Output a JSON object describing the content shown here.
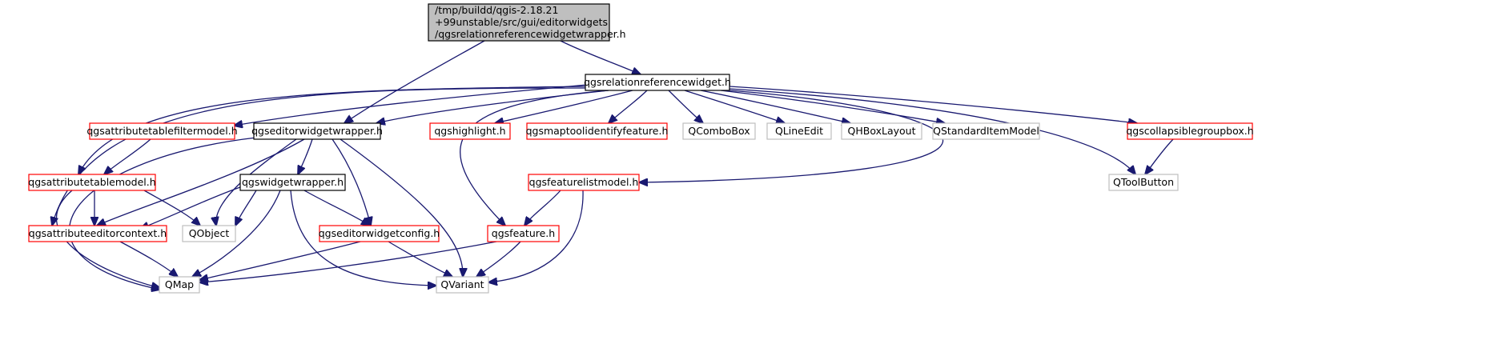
{
  "diagram": {
    "style": {
      "edge_color": "#191970",
      "root_fill": "#bfbfbf",
      "root_border": "#000000",
      "documented_border": "#000000",
      "external_border": "#ff0000",
      "system_border": "#bfbfbf",
      "text_color": "#000000",
      "system_text_color": "#000000"
    },
    "nodes": [
      {
        "id": "root",
        "kind": "root",
        "label_lines": [
          "/tmp/buildd/qgis-2.18.21",
          "+99unstable/src/gui/editorwidgets",
          "/qgsrelationreferencewidgetwrapper.h"
        ]
      },
      {
        "id": "relref",
        "kind": "documented",
        "label_lines": [
          "qgsrelationreferencewidget.h"
        ]
      },
      {
        "id": "attrfilter",
        "kind": "external",
        "label_lines": [
          "qgsattributetablefiltermodel.h"
        ]
      },
      {
        "id": "editorwrap",
        "kind": "documented",
        "label_lines": [
          "qgseditorwidgetwrapper.h"
        ]
      },
      {
        "id": "highlight",
        "kind": "external",
        "label_lines": [
          "qgshighlight.h"
        ]
      },
      {
        "id": "maptool",
        "kind": "external",
        "label_lines": [
          "qgsmaptoolidentifyfeature.h"
        ]
      },
      {
        "id": "qcombobox",
        "kind": "system",
        "label_lines": [
          "QComboBox"
        ]
      },
      {
        "id": "qlineedit",
        "kind": "system",
        "label_lines": [
          "QLineEdit"
        ]
      },
      {
        "id": "qhbox",
        "kind": "system",
        "label_lines": [
          "QHBoxLayout"
        ]
      },
      {
        "id": "qstditem",
        "kind": "system",
        "label_lines": [
          "QStandardItemModel"
        ]
      },
      {
        "id": "collapsible",
        "kind": "external",
        "label_lines": [
          "qgscollapsiblegroupbox.h"
        ]
      },
      {
        "id": "attrtable",
        "kind": "external",
        "label_lines": [
          "qgsattributetablemodel.h"
        ]
      },
      {
        "id": "widgetwrap",
        "kind": "documented",
        "label_lines": [
          "qgswidgetwrapper.h"
        ]
      },
      {
        "id": "featlist",
        "kind": "external",
        "label_lines": [
          "qgsfeaturelistmodel.h"
        ]
      },
      {
        "id": "qtoolbutton",
        "kind": "system",
        "label_lines": [
          "QToolButton"
        ]
      },
      {
        "id": "attrctx",
        "kind": "external",
        "label_lines": [
          "qgsattributeeditorcontext.h"
        ]
      },
      {
        "id": "qobject",
        "kind": "system",
        "label_lines": [
          "QObject"
        ]
      },
      {
        "id": "editorcfg",
        "kind": "external",
        "label_lines": [
          "qgseditorwidgetconfig.h"
        ]
      },
      {
        "id": "feature",
        "kind": "external",
        "label_lines": [
          "qgsfeature.h"
        ]
      },
      {
        "id": "qmap",
        "kind": "system",
        "label_lines": [
          "QMap"
        ]
      },
      {
        "id": "qvariant",
        "kind": "system",
        "label_lines": [
          "QVariant"
        ]
      }
    ],
    "edges": [
      {
        "from": "root",
        "to": "relref"
      },
      {
        "from": "root",
        "to": "editorwrap"
      },
      {
        "from": "relref",
        "to": "attrfilter"
      },
      {
        "from": "relref",
        "to": "editorwrap"
      },
      {
        "from": "relref",
        "to": "highlight"
      },
      {
        "from": "relref",
        "to": "maptool"
      },
      {
        "from": "relref",
        "to": "qcombobox"
      },
      {
        "from": "relref",
        "to": "qlineedit"
      },
      {
        "from": "relref",
        "to": "qhbox"
      },
      {
        "from": "relref",
        "to": "qstditem"
      },
      {
        "from": "relref",
        "to": "collapsible"
      },
      {
        "from": "relref",
        "to": "qtoolbutton"
      },
      {
        "from": "relref",
        "to": "attrtable"
      },
      {
        "from": "relref",
        "to": "attrctx"
      },
      {
        "from": "relref",
        "to": "feature"
      },
      {
        "from": "relref",
        "to": "featlist"
      },
      {
        "from": "attrfilter",
        "to": "attrtable"
      },
      {
        "from": "editorwrap",
        "to": "widgetwrap"
      },
      {
        "from": "editorwrap",
        "to": "qobject"
      },
      {
        "from": "editorwrap",
        "to": "editorcfg"
      },
      {
        "from": "editorwrap",
        "to": "attrctx"
      },
      {
        "from": "editorwrap",
        "to": "qvariant"
      },
      {
        "from": "editorwrap",
        "to": "qmap"
      },
      {
        "from": "collapsible",
        "to": "qtoolbutton"
      },
      {
        "from": "attrtable",
        "to": "attrctx"
      },
      {
        "from": "attrtable",
        "to": "qobject"
      },
      {
        "from": "attrtable",
        "to": "qmap"
      },
      {
        "from": "widgetwrap",
        "to": "attrctx"
      },
      {
        "from": "widgetwrap",
        "to": "qobject"
      },
      {
        "from": "widgetwrap",
        "to": "editorcfg"
      },
      {
        "from": "widgetwrap",
        "to": "qmap"
      },
      {
        "from": "widgetwrap",
        "to": "qvariant"
      },
      {
        "from": "featlist",
        "to": "feature"
      },
      {
        "from": "featlist",
        "to": "qvariant"
      },
      {
        "from": "attrctx",
        "to": "qmap"
      },
      {
        "from": "editorcfg",
        "to": "qmap"
      },
      {
        "from": "editorcfg",
        "to": "qvariant"
      },
      {
        "from": "feature",
        "to": "qmap"
      },
      {
        "from": "feature",
        "to": "qvariant"
      }
    ]
  }
}
